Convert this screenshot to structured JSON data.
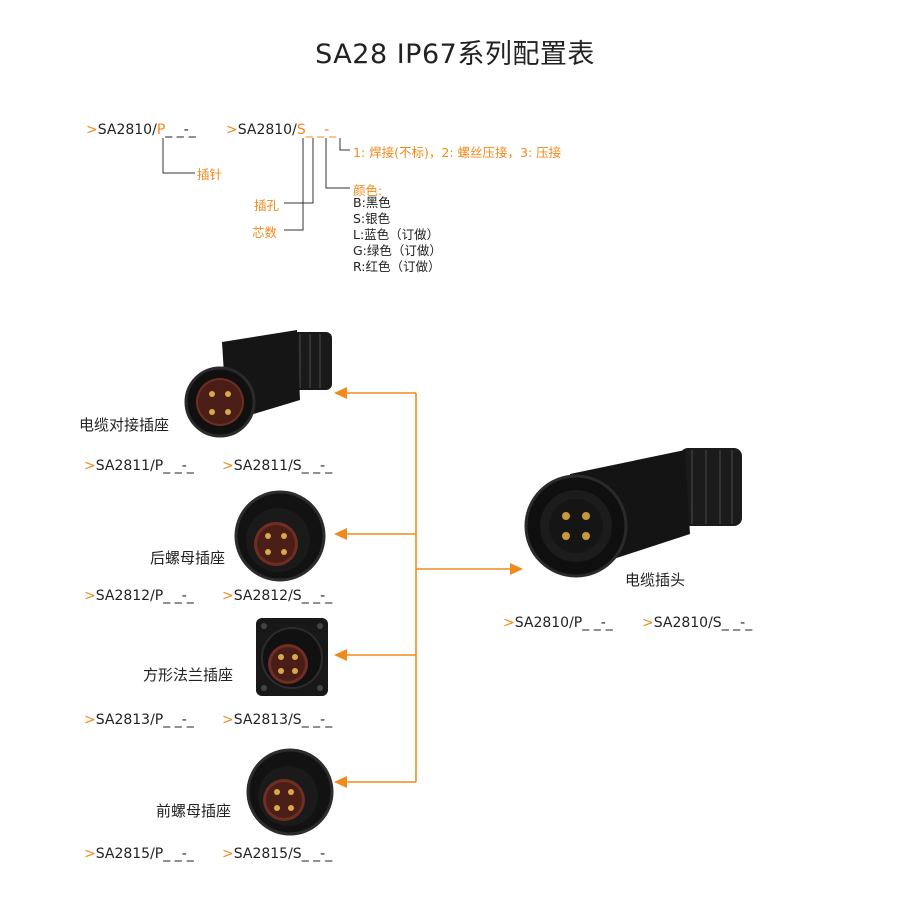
{
  "title": "SA28 IP67系列配置表",
  "legend": {
    "gt": ">",
    "plug_code_prefix": "SA2810/",
    "plug_code_letter": "P",
    "plug_code_suffix": "_ _-_",
    "socket_code_prefix": "SA2810/",
    "socket_code_letter": "S",
    "socket_code_suffix": "_ _-_",
    "wiring_options": "1: 焊接(不标)，2: 螺丝压接，3: 压接",
    "pin_label": "插针",
    "hole_label": "插孔",
    "core_count_label": "芯数",
    "color_title": "颜色:",
    "colors": [
      "B:黑色",
      "S:银色",
      "L:蓝色（订做）",
      "G:绿色（订做）",
      "R:红色（订做）"
    ]
  },
  "products": [
    {
      "name": "电缆对接插座",
      "code_p": "SA2811/P_ _-_",
      "code_s": "SA2811/S_ _-_"
    },
    {
      "name": "后螺母插座",
      "code_p": "SA2812/P_ _-_",
      "code_s": "SA2812/S_ _-_"
    },
    {
      "name": "方形法兰插座",
      "code_p": "SA2813/P_ _-_",
      "code_s": "SA2813/S_ _-_"
    },
    {
      "name": "前螺母插座",
      "code_p": "SA2815/P_ _-_",
      "code_s": "SA2815/S_ _-_"
    }
  ],
  "plug": {
    "name": "电缆插头",
    "code_p": "SA2810/P_ _-_",
    "code_s": "SA2810/S_ _-_"
  },
  "colors": {
    "accent": "#f08a1c",
    "text": "#222222",
    "connector_body": "#111111",
    "insert": "#7a3a2a"
  }
}
